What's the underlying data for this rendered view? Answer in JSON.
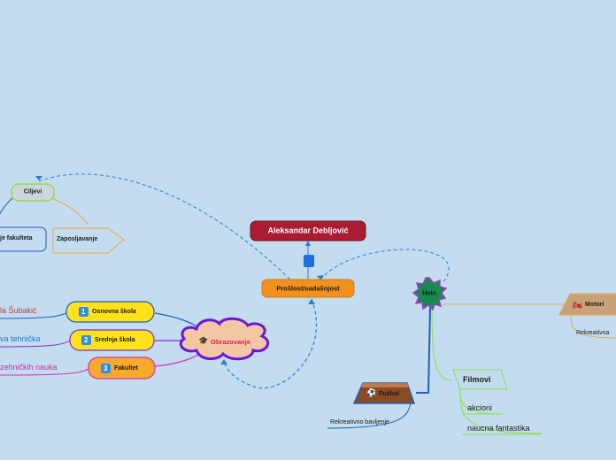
{
  "central": {
    "title": "Aleksandar Debljović"
  },
  "past_present": {
    "label": "Prošlost/sadašnjost"
  },
  "goals": {
    "label": "Ciljevi",
    "items": [
      {
        "label": "je fakulteta"
      },
      {
        "label": "Zaposlјavanje"
      }
    ]
  },
  "education": {
    "label": "Obrazovanje",
    "icon": "graduation-cap-icon",
    "schools": [
      {
        "number": "1",
        "label": "Osnovna škola",
        "detail": "la Šubakić",
        "color": "#e8d31a",
        "line": "#1f5fbf",
        "detail_color": "#c43a3a"
      },
      {
        "number": "2",
        "label": "Srednja škola",
        "detail": "va tehnička",
        "color": "#e8d31a",
        "line": "#7b2fd0",
        "detail_color": "#2576c9"
      },
      {
        "number": "3",
        "label": "Fakultet",
        "detail": "zehničkih nauka",
        "color": "#f4a52b",
        "line": "#d62fb5",
        "detail_color": "#cc2fa8"
      }
    ]
  },
  "hobby": {
    "label": "Hobi",
    "motors": {
      "label": "Motori",
      "icon": "motorcycle-icon",
      "detail": "Rekreativna"
    },
    "football": {
      "label": "Fudbal",
      "icon": "soccer-ball-icon",
      "detail": "Rekreativno bavljenje"
    },
    "movies": {
      "label": "Filmovi",
      "items": [
        "akcioni",
        "naucna fantastika"
      ]
    }
  }
}
